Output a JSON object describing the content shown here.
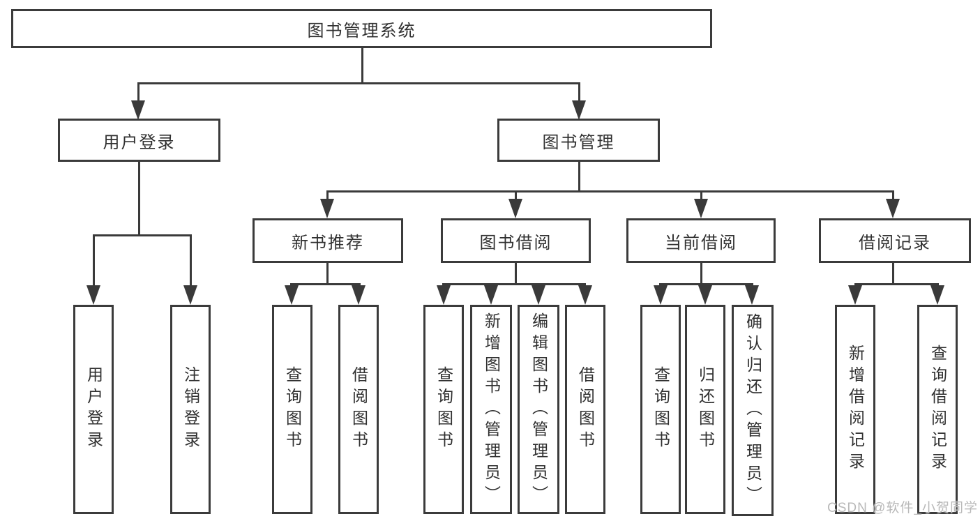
{
  "colors": {
    "background": "#ffffff",
    "border": "#3b3b3b",
    "line": "#3a3a3a",
    "text": "#303030",
    "watermark": "#b9b9b9"
  },
  "tree": {
    "root": {
      "label": "图书管理系统"
    },
    "branches": [
      {
        "label": "用户登录",
        "children": [
          "用户登录",
          "注销登录"
        ]
      },
      {
        "label": "图书管理",
        "children": [
          {
            "label": "新书推荐",
            "children": [
              "查询图书",
              "借阅图书"
            ]
          },
          {
            "label": "图书借阅",
            "children": [
              "查询图书",
              "新增图书（管理员）",
              "编辑图书（管理员）",
              "借阅图书"
            ]
          },
          {
            "label": "当前借阅",
            "children": [
              "查询图书",
              "归还图书",
              "确认归还（管理员）"
            ]
          },
          {
            "label": "借阅记录",
            "children": [
              "新增借阅记录",
              "查询借阅记录"
            ]
          }
        ]
      }
    ]
  },
  "watermark": {
    "text": "CSDN @软件_小贺同学"
  }
}
